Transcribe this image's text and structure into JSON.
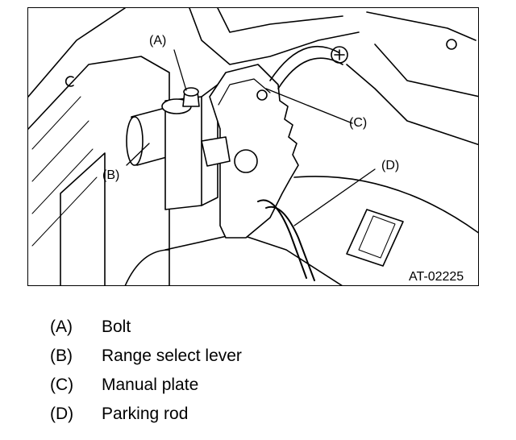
{
  "figure": {
    "code": "AT-02225",
    "callouts": [
      {
        "id": "A",
        "label": "(A)"
      },
      {
        "id": "B",
        "label": "(B)"
      },
      {
        "id": "C",
        "label": "(C)"
      },
      {
        "id": "D",
        "label": "(D)"
      }
    ]
  },
  "legend": [
    {
      "letter": "(A)",
      "text": "Bolt"
    },
    {
      "letter": "(B)",
      "text": "Range select lever"
    },
    {
      "letter": "(C)",
      "text": "Manual plate"
    },
    {
      "letter": "(D)",
      "text": "Parking rod"
    }
  ]
}
